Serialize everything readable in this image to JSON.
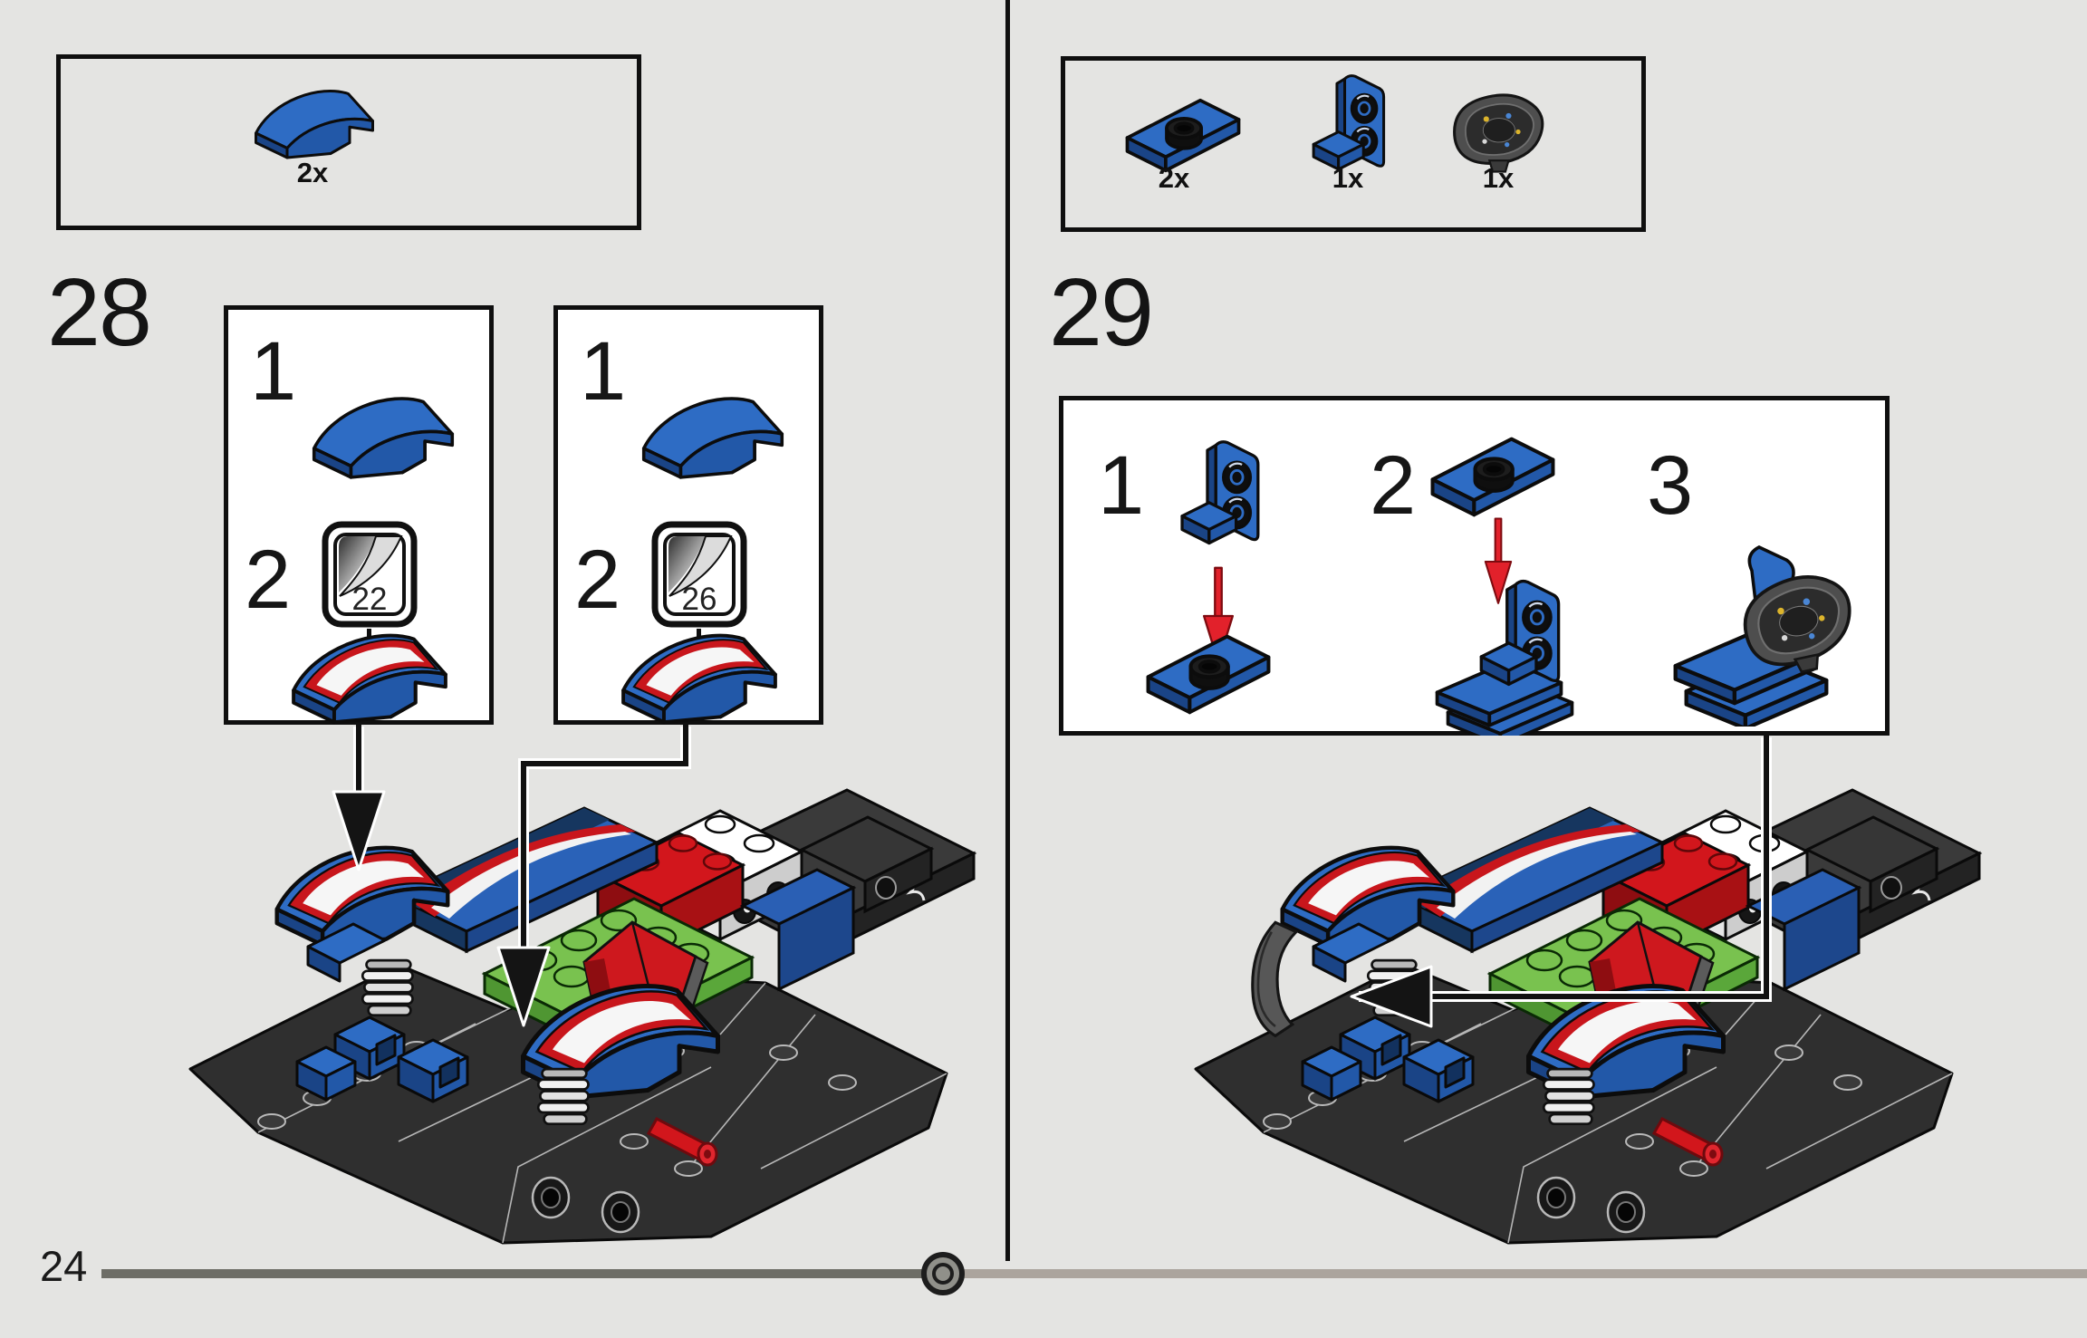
{
  "palette": {
    "background": "#e4e4e2",
    "panel_white": "#ffffff",
    "outline_black": "#0f0f0f",
    "brick_blue": "#2e6cc4",
    "brick_blue_dark": "#1a4486",
    "brick_red": "#ce181e",
    "brick_green": "#79c24f",
    "brick_dark_gray": "#343434",
    "arrow_red": "#e2212b",
    "progress_done": "#6d6d66",
    "progress_remaining": "#aba49d"
  },
  "left_page": {
    "step_number": "28",
    "parts_box": {
      "items": [
        {
          "part": "slope-curved-1x2-blue",
          "qty": "2x"
        }
      ]
    },
    "assembly_boxes": [
      {
        "steps": [
          {
            "label": "1",
            "part": "slope-curved-1x2-blue"
          },
          {
            "label": "2",
            "sticker_number": "22",
            "part": "slope-curved-1x2-blue-with-sticker"
          }
        ]
      },
      {
        "steps": [
          {
            "label": "1",
            "part": "slope-curved-1x2-blue"
          },
          {
            "label": "2",
            "sticker_number": "26",
            "part": "slope-curved-1x2-blue-with-sticker"
          }
        ]
      }
    ]
  },
  "right_page": {
    "step_number": "29",
    "parts_box": {
      "items": [
        {
          "part": "plate-1x2-with-one-stud-blue",
          "qty": "2x"
        },
        {
          "part": "bracket-1x2-inverted-blue",
          "qty": "1x"
        },
        {
          "part": "steering-wheel-dark-gray",
          "qty": "1x"
        }
      ]
    },
    "assembly_panel": {
      "steps": [
        {
          "label": "1"
        },
        {
          "label": "2"
        },
        {
          "label": "3"
        }
      ]
    }
  },
  "footer": {
    "page_number": "24",
    "progress_percent": 42
  }
}
